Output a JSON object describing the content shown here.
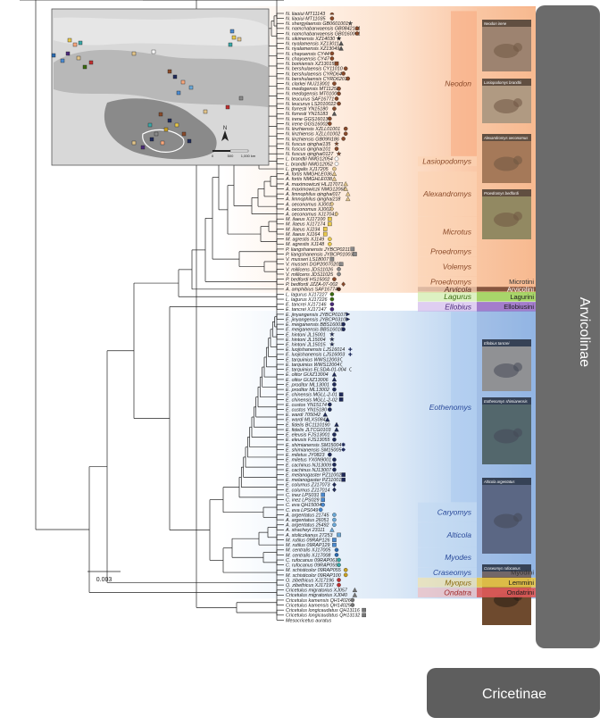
{
  "subfamilies": [
    {
      "label": "Arvicolinae",
      "color": "#6b6b6b"
    },
    {
      "label": "Cricetinae",
      "color": "#5e5e5e"
    }
  ],
  "tribes": [
    {
      "label": "Microtini",
      "color": "#f7c39a"
    },
    {
      "label": "Arvicolini",
      "color": "#7a4a34"
    },
    {
      "label": "Lagurini",
      "color": "#9fd05a"
    },
    {
      "label": "Ellobiusini",
      "color": "#9a6fc7"
    },
    {
      "label": "Myodini",
      "color": "#7a9ed6"
    },
    {
      "label": "Lemmini",
      "color": "#e8c84a"
    },
    {
      "label": "Ondatrini",
      "color": "#e05a5a"
    }
  ],
  "genera": [
    {
      "label": "Neodon",
      "color": "#f8a77c",
      "text_color": "#8a4a2a"
    },
    {
      "label": "Lasiopodomys",
      "color": "#fbd3b4",
      "text_color": "#8a4a2a"
    },
    {
      "label": "Alexandromys",
      "color": "#fbd3b4",
      "text_color": "#8a4a2a"
    },
    {
      "label": "Microtus",
      "color": "#fbd3b4",
      "text_color": "#8a4a2a"
    },
    {
      "label": "Proedromys",
      "color": "#fbd3b4",
      "text_color": "#8a4a2a"
    },
    {
      "label": "Volemys",
      "color": "#fbd3b4",
      "text_color": "#8a4a2a"
    },
    {
      "label": "Proedromys",
      "color": "#fbd3b4",
      "text_color": "#8a4a2a"
    },
    {
      "label": "Arvicola",
      "color": "#c9a48c",
      "text_color": "#5a3020"
    },
    {
      "label": "Lagurus",
      "color": "#c7e89a",
      "text_color": "#3a6a10"
    },
    {
      "label": "Ellobius",
      "color": "#c9aee8",
      "text_color": "#4a2a7a"
    },
    {
      "label": "Eothenomys",
      "color": "#a9c8ee",
      "text_color": "#2a4a9a"
    },
    {
      "label": "Caryomys",
      "color": "#c2d8f2",
      "text_color": "#2a4a9a"
    },
    {
      "label": "Alticola",
      "color": "#c2d8f2",
      "text_color": "#2a4a9a"
    },
    {
      "label": "Myodes",
      "color": "#c2d8f2",
      "text_color": "#2a4a9a"
    },
    {
      "label": "Craseomys",
      "color": "#c2d8f2",
      "text_color": "#2a4a9a"
    },
    {
      "label": "Myopus",
      "color": "#f5e2a0",
      "text_color": "#8a6a10"
    },
    {
      "label": "Ondatra",
      "color": "#f5b7b7",
      "text_color": "#a02a2a"
    }
  ],
  "photos": [
    {
      "caption": "Neodon irene",
      "bg": "#6e6259"
    },
    {
      "caption": "Lasiopodomys brandtii",
      "bg": "#8a8476"
    },
    {
      "caption": "Alexandromys oeconomus",
      "bg": "#7a5236"
    },
    {
      "caption": "Proedromys bedfordi",
      "bg": "#5c6a44"
    },
    {
      "caption": "Ellobius tancrei",
      "bg": "#9b8a70"
    },
    {
      "caption": "Eothenomys shimianensis",
      "bg": "#3e4a34"
    },
    {
      "caption": "Alticola argentatus",
      "bg": "#4a4a58"
    },
    {
      "caption": "Craseomys rufocanus",
      "bg": "#6e4a2e"
    }
  ],
  "leaves": [
    {
      "n": "N. liaoiui MT11143",
      "s": "half",
      "c": "#8a4a2a"
    },
    {
      "n": "N. liaoiui MT11035",
      "s": "circle",
      "c": "#8a4a2a"
    },
    {
      "n": "N. shergylaensis GB0601001",
      "s": "star",
      "c": "#555555"
    },
    {
      "n": "N. namchabarwaensis GB0842121",
      "s": "circle",
      "c": "#8a4a2a"
    },
    {
      "n": "N. namchabarwaensis GB0160001",
      "s": "circle",
      "c": "#8a4a2a"
    },
    {
      "n": "N. sikimensis XZ14030",
      "s": "star",
      "c": "#222222"
    },
    {
      "n": "N. nyalamensis XZ13011",
      "s": "tri",
      "c": "#555555"
    },
    {
      "n": "N. nyalamensis XZ13049",
      "s": "tri",
      "c": "#555555"
    },
    {
      "n": "N. chayuensis CY44",
      "s": "circle",
      "c": "#8a4a2a"
    },
    {
      "n": "N. chayuensis CY47",
      "s": "circle",
      "c": "#8a4a2a"
    },
    {
      "n": "N. bomiensis XZ13015",
      "s": "square",
      "c": "#8a4a2a"
    },
    {
      "n": "N. bershulaensis CY11010",
      "s": "circle",
      "c": "#8a4a2a"
    },
    {
      "n": "N. bershulaensis CYRD64",
      "s": "circle",
      "c": "#8a4a2a"
    },
    {
      "n": "N. bershulaensis CYRD6201",
      "s": "circle",
      "c": "#8a4a2a"
    },
    {
      "n": "N. clarkei NUJ13001",
      "s": "circle",
      "c": "#8a4a2a"
    },
    {
      "n": "N. medogensis MT11258",
      "s": "circle",
      "c": "#8a4a2a"
    },
    {
      "n": "N. medogensis MT01000",
      "s": "circle",
      "c": "#8a4a2a"
    },
    {
      "n": "N. leucurus SAF16771",
      "s": "circle",
      "c": "#8a4a2a"
    },
    {
      "n": "N. leucurus LS2010022",
      "s": "circle",
      "c": "#8a4a2a"
    },
    {
      "n": "N. forresti YN15180",
      "s": "circle",
      "c": "#8a4a2a"
    },
    {
      "n": "N. forresti YN15183",
      "s": "tri",
      "c": "#555555"
    },
    {
      "n": "N. irene GGS16013",
      "s": "circle",
      "c": "#8a4a2a"
    },
    {
      "n": "N. irene GGS16002",
      "s": "circle",
      "c": "#8a4a2a"
    },
    {
      "n": "N. linzhiensis XZLL01001",
      "s": "circle",
      "c": "#8a4a2a"
    },
    {
      "n": "N. linzhiensis XZLL01002",
      "s": "circle",
      "c": "#8a4a2a"
    },
    {
      "n": "N. linzhiensis GB09N186",
      "s": "circle",
      "c": "#8a4a2a"
    },
    {
      "n": "N. fuscus qinghai135",
      "s": "star",
      "c": "#8a4a2a"
    },
    {
      "n": "N. fuscus qinghai101",
      "s": "circle",
      "c": "#8a4a2a"
    },
    {
      "n": "N. fuscus qinghai0127",
      "s": "star",
      "c": "#8a4a2a"
    },
    {
      "n": "L. brandtii NMG12054",
      "s": "circle",
      "c": "#ffffff"
    },
    {
      "n": "L. brandtii NMG12052",
      "s": "circle",
      "c": "#ffffff"
    },
    {
      "n": "L. gregalis XJ17205",
      "s": "circle",
      "c": "#e3c58a"
    },
    {
      "n": "A. fortis NMGHLE036",
      "s": "tri",
      "c": "#e3c58a"
    },
    {
      "n": "A. fortis NMGHLE038",
      "s": "tri",
      "c": "#e3c58a"
    },
    {
      "n": "A. maximowiczii HLJ17071",
      "s": "tri",
      "c": "#e3c58a"
    },
    {
      "n": "A. maximowiczii NMG12068",
      "s": "tri",
      "c": "#e3c58a"
    },
    {
      "n": "A. limnophilus qinghai017",
      "s": "tri",
      "c": "#e3c58a"
    },
    {
      "n": "A. limnophilus qinghai218",
      "s": "tri",
      "c": "#e3c58a"
    },
    {
      "n": "A. oeconomus XJ001",
      "s": "diamond",
      "c": "#e3c58a"
    },
    {
      "n": "A. oeconomus XJ002",
      "s": "diamond",
      "c": "#e3c58a"
    },
    {
      "n": "A. oeconomus XJ17041",
      "s": "diamond",
      "c": "#e3c58a"
    },
    {
      "n": "M. ilaeus XJ17100",
      "s": "square",
      "c": "#e8c84a"
    },
    {
      "n": "M. ilaeus XJ17174",
      "s": "square",
      "c": "#e8c84a"
    },
    {
      "n": "M. ilaeus XJ234",
      "s": "square",
      "c": "#e8c84a"
    },
    {
      "n": "M. ilaeus XJ164",
      "s": "square",
      "c": "#e8c84a"
    },
    {
      "n": "M. agrestis XJ149",
      "s": "circle",
      "c": "#e8c84a"
    },
    {
      "n": "M. agrestis XJ148",
      "s": "circle",
      "c": "#e8c84a"
    },
    {
      "n": "P. liangshanensis JYBCP0211",
      "s": "square",
      "c": "#8a8a8a"
    },
    {
      "n": "P. liangshanensis JYBCP01003",
      "s": "square",
      "c": "#8a8a8a"
    },
    {
      "n": "V. musseri LS18007",
      "s": "square",
      "c": "#8a8a8a"
    },
    {
      "n": "V. musseri DGP20070201",
      "s": "square",
      "c": "#8a8a8a"
    },
    {
      "n": "V. millicens JDS11026",
      "s": "circle",
      "c": "#8a8a8a"
    },
    {
      "n": "V. millicens JDS11025",
      "s": "circle",
      "c": "#8a8a8a"
    },
    {
      "n": "P. bedfordi HS15002",
      "s": "circle",
      "c": "#8a4a2a"
    },
    {
      "n": "P. bedfordi JZZA-07-002",
      "s": "diamond",
      "c": "#8a4a2a"
    },
    {
      "n": "A. amphibius SAF16774",
      "s": "circle",
      "c": "#5a3020"
    },
    {
      "n": "L. lagurus XJ17227",
      "s": "circle",
      "c": "#3a6a10"
    },
    {
      "n": "L. lagurus XJ17226",
      "s": "circle",
      "c": "#3a6a10"
    },
    {
      "n": "E. tancrei XJ17146",
      "s": "circle",
      "c": "#4a2a7a"
    },
    {
      "n": "E. tancrei XJ17147",
      "s": "circle",
      "c": "#4a2a7a"
    },
    {
      "n": "E. jinyangensis JYBCP0107",
      "s": "flag",
      "c": "#1f2a5a"
    },
    {
      "n": "E. jinyangensis JYBCP0310",
      "s": "flag",
      "c": "#1f2a5a"
    },
    {
      "n": "E. meiganensis BBS16003",
      "s": "circle",
      "c": "#1f2a5a"
    },
    {
      "n": "E. meiganensis BBS16010",
      "s": "circle",
      "c": "#1f2a5a"
    },
    {
      "n": "E. hintoni JL15001",
      "s": "star",
      "c": "#1f2a5a"
    },
    {
      "n": "E. hintoni JL15004",
      "s": "star",
      "c": "#1f2a5a"
    },
    {
      "n": "E. hintoni JL15015",
      "s": "star",
      "c": "#1f2a5a"
    },
    {
      "n": "E. luojishanensis LJS16014",
      "s": "cross",
      "c": "#1f2a5a"
    },
    {
      "n": "E. luojishanensis LJS16003",
      "s": "cross",
      "c": "#1f2a5a"
    },
    {
      "n": "E. tarquinius WWS12003",
      "s": "crescent",
      "c": "#1f2a5a"
    },
    {
      "n": "E. tarquinius WWS12004",
      "s": "crescent",
      "c": "#1f2a5a"
    },
    {
      "n": "E. tarquinius ELSDA-01-004",
      "s": "crescent",
      "c": "#1f2a5a"
    },
    {
      "n": "E. olitor GUIZ13004",
      "s": "tri",
      "c": "#1f2a5a"
    },
    {
      "n": "E. olitor GUIZ13006",
      "s": "tri",
      "c": "#1f2a5a"
    },
    {
      "n": "E. proditor ML13001",
      "s": "circle",
      "c": "#1f2a5a"
    },
    {
      "n": "E. proditor ML13002",
      "s": "circle",
      "c": "#1f2a5a"
    },
    {
      "n": "E. chinensis MGLL-2-01",
      "s": "square",
      "c": "#1f2a5a"
    },
    {
      "n": "E. chinensis MGLL-2-02",
      "s": "square",
      "c": "#1f2a5a"
    },
    {
      "n": "E. custos YN15174",
      "s": "circle",
      "c": "#1f2a5a"
    },
    {
      "n": "E. custos YN15180",
      "s": "circle",
      "c": "#1f2a5a"
    },
    {
      "n": "E. wardi 705042",
      "s": "tri",
      "c": "#1f2a5a"
    },
    {
      "n": "E. wardi MLXS084",
      "s": "tri",
      "c": "#1f2a5a"
    },
    {
      "n": "E. fidelis BC1110190",
      "s": "tri",
      "c": "#1f2a5a"
    },
    {
      "n": "E. fidelis JLTCG0103",
      "s": "tri",
      "c": "#1f2a5a"
    },
    {
      "n": "E. eleusis FJS13001",
      "s": "circle",
      "c": "#1f2a5a"
    },
    {
      "n": "E. eleusis FJS13055",
      "s": "circle",
      "c": "#1f2a5a"
    },
    {
      "n": "E. shimianensis SM15004",
      "s": "asterisk",
      "c": "#1f2a5a"
    },
    {
      "n": "E. shimianensis SM15005",
      "s": "asterisk",
      "c": "#1f2a5a"
    },
    {
      "n": "E. miletus JY0823",
      "s": "circle",
      "c": "#1f2a5a"
    },
    {
      "n": "E. miletus YX0N9001",
      "s": "circle",
      "c": "#1f2a5a"
    },
    {
      "n": "E. cachinus NJ13009",
      "s": "circle",
      "c": "#1f2a5a"
    },
    {
      "n": "E. cachinus NJ13007",
      "s": "circle",
      "c": "#1f2a5a"
    },
    {
      "n": "E. melanogaster PZ11002",
      "s": "square",
      "c": "#1f2a5a"
    },
    {
      "n": "E. melanogaster PZ11001",
      "s": "square",
      "c": "#1f2a5a"
    },
    {
      "n": "E. colurnus ZJ17073",
      "s": "diamond",
      "c": "#1f2a5a"
    },
    {
      "n": "E. colurnus ZJ17014",
      "s": "diamond",
      "c": "#1f2a5a"
    },
    {
      "n": "C. inez LPS031",
      "s": "square",
      "c": "#4a8ad0"
    },
    {
      "n": "C. inez LPS029",
      "s": "square",
      "c": "#4a8ad0"
    },
    {
      "n": "C. eva QH15004",
      "s": "circle",
      "c": "#4a8ad0"
    },
    {
      "n": "C. eva LPS049",
      "s": "circle",
      "c": "#4a8ad0"
    },
    {
      "n": "A. argentatus 21745",
      "s": "circle",
      "c": "#6aa8d8"
    },
    {
      "n": "A. argentatus 26051",
      "s": "circle",
      "c": "#6aa8d8"
    },
    {
      "n": "A. argentatus 25492",
      "s": "circle",
      "c": "#6aa8d8"
    },
    {
      "n": "A. stracheyi 23111",
      "s": "tri",
      "c": "#6aa8d8"
    },
    {
      "n": "A. stoliczkanus 27253",
      "s": "square",
      "c": "#6aa8d8"
    },
    {
      "n": "M. rutilus 09RAP126",
      "s": "square",
      "c": "#4a8ad0"
    },
    {
      "n": "M. rutilus 09RAP129",
      "s": "square",
      "c": "#4a8ad0"
    },
    {
      "n": "M. centralis XJ17005",
      "s": "circle",
      "c": "#2a6ab0"
    },
    {
      "n": "M. centralis XJ17008",
      "s": "circle",
      "c": "#2a6ab0"
    },
    {
      "n": "C. rufocanus 09RAP061",
      "s": "circle",
      "c": "#3aa8a8"
    },
    {
      "n": "C. rufocanus 09RAP055",
      "s": "circle",
      "c": "#3aa8a8"
    },
    {
      "n": "M. schisticolor 09RAP055",
      "s": "circle",
      "c": "#c8a020"
    },
    {
      "n": "M. schisticolor 09RAP100",
      "s": "circle",
      "c": "#c8a020"
    },
    {
      "n": "O. zibethicus XJ17196",
      "s": "circle",
      "c": "#c03030"
    },
    {
      "n": "O. zibethicus XJ17197",
      "s": "circle",
      "c": "#c03030"
    },
    {
      "n": "Cricetulus migratorius XJ057",
      "s": "tri",
      "c": "#777777"
    },
    {
      "n": "Cricetulus migratorius XJ040",
      "s": "tri",
      "c": "#777777"
    },
    {
      "n": "Cricetulus kamensis QH14026",
      "s": "circle",
      "c": "#777777"
    },
    {
      "n": "Cricetulus kamensis QH14025",
      "s": "circle",
      "c": "#777777"
    },
    {
      "n": "Cricetulus longicaudatus QH13116",
      "s": "square",
      "c": "#777777"
    },
    {
      "n": "Cricetulus longicaudatus QH13132",
      "s": "square",
      "c": "#777777"
    },
    {
      "n": "Mesocricetus auratus",
      "s": "none",
      "c": "#777777"
    }
  ],
  "scale_bar": {
    "label": "0.003"
  },
  "map": {
    "scale_labels": [
      "0",
      "500",
      "1,000 km"
    ],
    "north_label": "N"
  }
}
